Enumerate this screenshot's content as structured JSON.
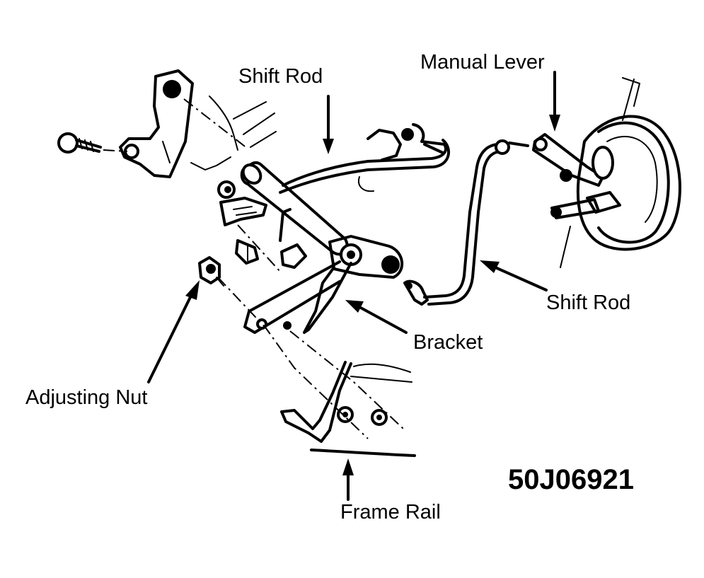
{
  "labels": {
    "shift_rod_top": "Shift Rod",
    "manual_lever": "Manual Lever",
    "shift_rod_right": "Shift Rod",
    "bracket": "Bracket",
    "adjusting_nut": "Adjusting Nut",
    "frame_rail": "Frame Rail"
  },
  "figure_code": "50J06921"
}
